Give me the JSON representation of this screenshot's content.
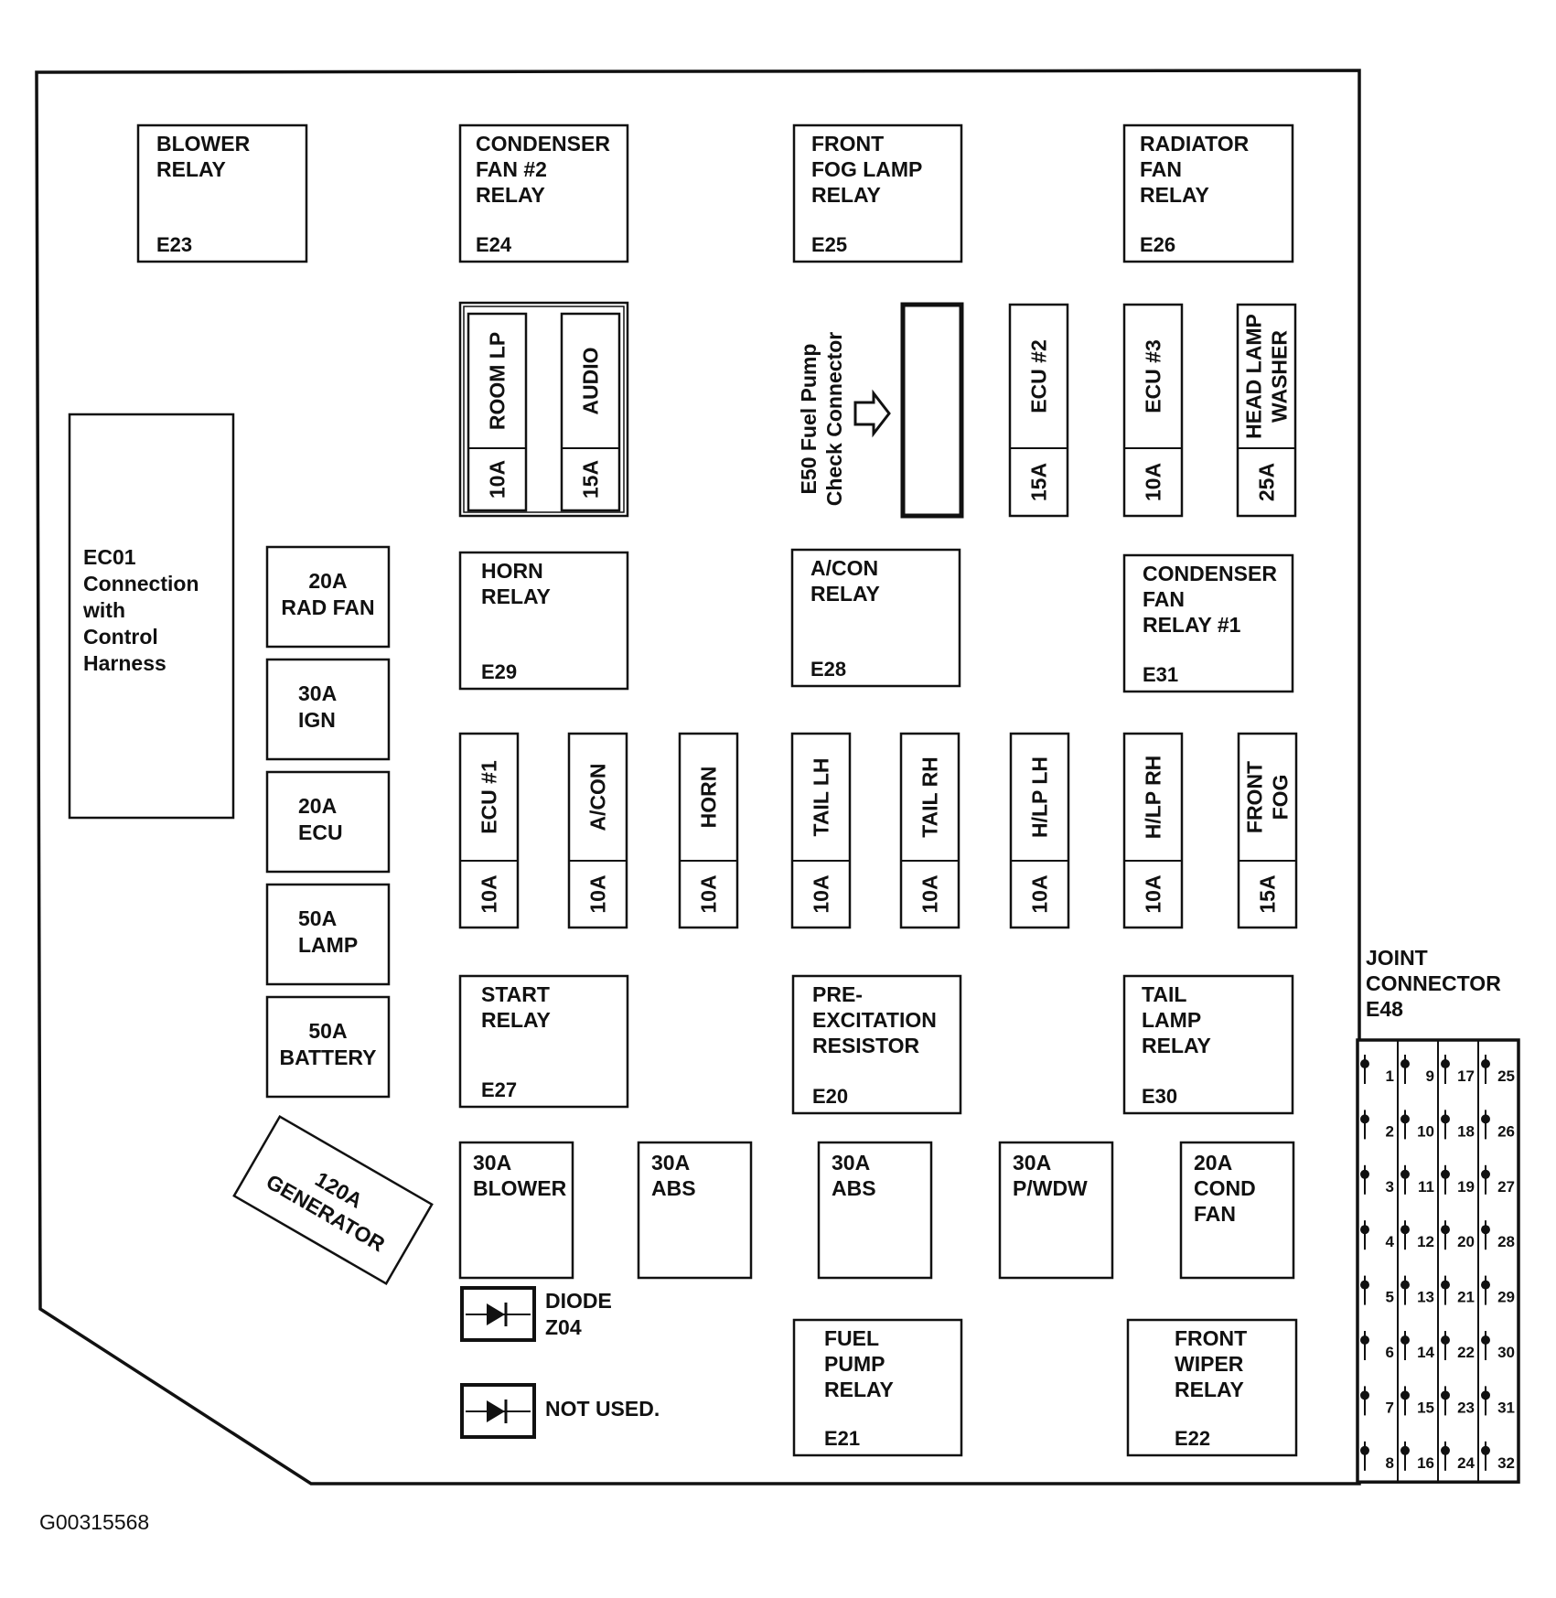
{
  "figure_id": "G00315568",
  "relays": {
    "blower": {
      "lines": [
        "BLOWER",
        "RELAY"
      ],
      "code": "E23"
    },
    "cond_fan_2": {
      "lines": [
        "CONDENSER",
        "FAN #2",
        "RELAY"
      ],
      "code": "E24"
    },
    "front_fog": {
      "lines": [
        "FRONT",
        "FOG LAMP",
        "RELAY"
      ],
      "code": "E25"
    },
    "radiator_fan": {
      "lines": [
        "RADIATOR",
        "FAN",
        "RELAY"
      ],
      "code": "E26"
    },
    "horn": {
      "lines": [
        "HORN",
        "RELAY"
      ],
      "code": "E29"
    },
    "acon": {
      "lines": [
        "A/CON",
        "RELAY"
      ],
      "code": "E28"
    },
    "cond_fan_1": {
      "lines": [
        "CONDENSER",
        "FAN",
        "RELAY #1"
      ],
      "code": "E31"
    },
    "start": {
      "lines": [
        "START",
        "RELAY"
      ],
      "code": "E27"
    },
    "pre_excitation": {
      "lines": [
        "PRE-",
        "EXCITATION",
        "RESISTOR"
      ],
      "code": "E20"
    },
    "tail_lamp": {
      "lines": [
        "TAIL",
        "LAMP",
        "RELAY"
      ],
      "code": "E30"
    },
    "fuel_pump": {
      "lines": [
        "FUEL",
        "PUMP",
        "RELAY"
      ],
      "code": "E21"
    },
    "front_wiper": {
      "lines": [
        "FRONT",
        "WIPER",
        "RELAY"
      ],
      "code": "E22"
    }
  },
  "ec01": [
    "EC01",
    "Connection",
    "with",
    "Control",
    "Harness"
  ],
  "fusible_links": [
    [
      "20A",
      "RAD FAN"
    ],
    [
      "30A",
      "IGN"
    ],
    [
      "20A",
      "ECU"
    ],
    [
      "50A",
      "LAMP"
    ],
    [
      "50A",
      "BATTERY"
    ]
  ],
  "generator": [
    "120A",
    "GENERATOR"
  ],
  "upper_fuses": [
    {
      "name": "ROOM LP",
      "amp": "10A"
    },
    {
      "name": "AUDIO",
      "amp": "15A"
    },
    {
      "name": "ECU #2",
      "amp": "15A"
    },
    {
      "name": "ECU #3",
      "amp": "10A"
    },
    {
      "name": [
        "HEAD LAMP",
        "WASHER"
      ],
      "amp": "25A"
    }
  ],
  "check_connector": [
    "E50 Fuel Pump",
    "Check Connector"
  ],
  "lower_fuses": [
    {
      "name": "ECU #1",
      "amp": "10A"
    },
    {
      "name": "A/CON",
      "amp": "10A"
    },
    {
      "name": "HORN",
      "amp": "10A"
    },
    {
      "name": "TAIL LH",
      "amp": "10A"
    },
    {
      "name": "TAIL RH",
      "amp": "10A"
    },
    {
      "name": "H/LP LH",
      "amp": "10A"
    },
    {
      "name": "H/LP RH",
      "amp": "10A"
    },
    {
      "name": [
        "FRONT",
        "FOG"
      ],
      "amp": "15A"
    }
  ],
  "large_fuses": [
    [
      "30A",
      "BLOWER"
    ],
    [
      "30A",
      "ABS"
    ],
    [
      "30A",
      "ABS"
    ],
    [
      "30A",
      "P/WDW"
    ],
    [
      "20A",
      "COND",
      "FAN"
    ]
  ],
  "diode": [
    "DIODE",
    "Z04"
  ],
  "not_used": "NOT  USED.",
  "joint_connector": {
    "title": [
      "JOINT",
      "CONNECTOR",
      "E48"
    ],
    "pins": [
      "1",
      "2",
      "3",
      "4",
      "5",
      "6",
      "7",
      "8",
      "9",
      "10",
      "11",
      "12",
      "13",
      "14",
      "15",
      "16",
      "17",
      "18",
      "19",
      "20",
      "21",
      "22",
      "23",
      "24",
      "25",
      "26",
      "27",
      "28",
      "29",
      "30",
      "31",
      "32"
    ]
  }
}
